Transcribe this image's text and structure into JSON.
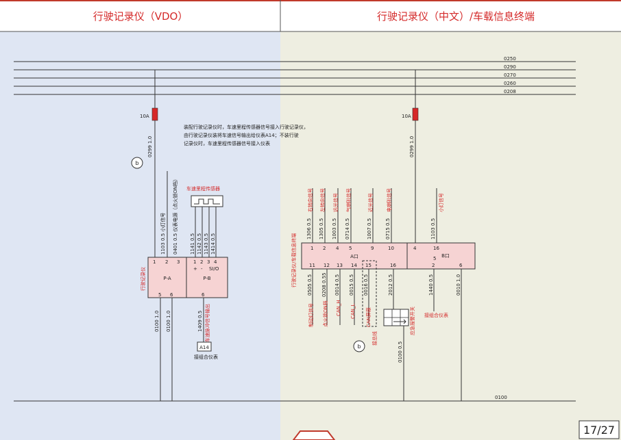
{
  "header": {
    "left_title": "行驶记录仪（VDO）",
    "right_title": "行驶记录仪（中文）/车载信息终端"
  },
  "bus_labels": [
    "0250",
    "0290",
    "0270",
    "0260",
    "0208"
  ],
  "ground_label": "0100",
  "page_number": "17/27",
  "left": {
    "fuse": "10A",
    "fuse_wire": "0299 1.0",
    "node": "b",
    "note": [
      "装配行驶记录仪时，车速里程传感器信号接入行驶记录仪，",
      "由行驶记录仪装将车速信号输出给仪表A14；不装行驶",
      "记录仪时，车速里程传感器信号接入仪表"
    ],
    "sensor_label": "车速里程传感器",
    "wires_pa": [
      "1103  0.5  小灯信号",
      "0401  0.5  仪表电源（点火锁ON档）"
    ],
    "wires_pb": [
      "1141  0.5",
      "1142  0.5",
      "1143  0.5",
      "1414  0.5"
    ],
    "device_label": "行驶记录仪",
    "pa": {
      "pins_top": [
        "1",
        "2",
        "3"
      ],
      "name": "P-A",
      "pins_bottom": [
        "5",
        "6"
      ]
    },
    "pb": {
      "pins_top": [
        "1",
        "2",
        "3",
        "4"
      ],
      "plus": "+",
      "minus": "-",
      "sio": "SI/O",
      "name": "P-B",
      "pin_bottom": "6"
    },
    "wires_below": [
      "0100  1.0",
      "0100  1.0",
      "1409  0.5"
    ],
    "speed_out_label": "车速脉冲信号输出",
    "a14": "A14",
    "a14_label": "接组合仪表"
  },
  "right": {
    "fuse": "10A",
    "fuse_wire": "0299  1.0",
    "top_signal_labels": [
      "右转向信号",
      "左转向信号",
      "远光信号",
      "气喇叭信号",
      "近光信号",
      "电喇叭信号",
      "小灯信号"
    ],
    "top_wires": [
      "1306  0.5",
      "1305  0.5",
      "1003  0.5",
      "0714  0.5",
      "1007  0.5",
      "0715  0.5",
      "1103  0.5"
    ],
    "device_label": "行驶记录仪/车载信息终端",
    "a_connector": {
      "name": "A口",
      "pins_top": [
        "1",
        "2",
        "4",
        "5",
        "9",
        "10"
      ],
      "pins_bottom": [
        "11",
        "12",
        "13",
        "14",
        "15",
        "16"
      ]
    },
    "b_connector": {
      "name": "B口",
      "pins_top": [
        "4",
        "16"
      ],
      "pin_mid": "5",
      "pins_bottom": [
        "2",
        "6"
      ]
    },
    "bottom_wires": [
      "0505  0.5",
      "0208  0.55",
      "0014  0.5",
      "0015  0.5",
      "0016  0.5",
      "2012  0.5",
      "1440  0.5",
      "0010  1.0"
    ],
    "bottom_signal_labels": [
      "制动灯信号",
      "点火锁ON档",
      "CAN_H",
      "CAN_L",
      "CAN屏蔽"
    ],
    "bus_label": "接总线",
    "emergency_switch": "应急报警开关",
    "instrument_label": "接组合仪表",
    "node": "b",
    "ground_wire": "0100  0.5"
  }
}
